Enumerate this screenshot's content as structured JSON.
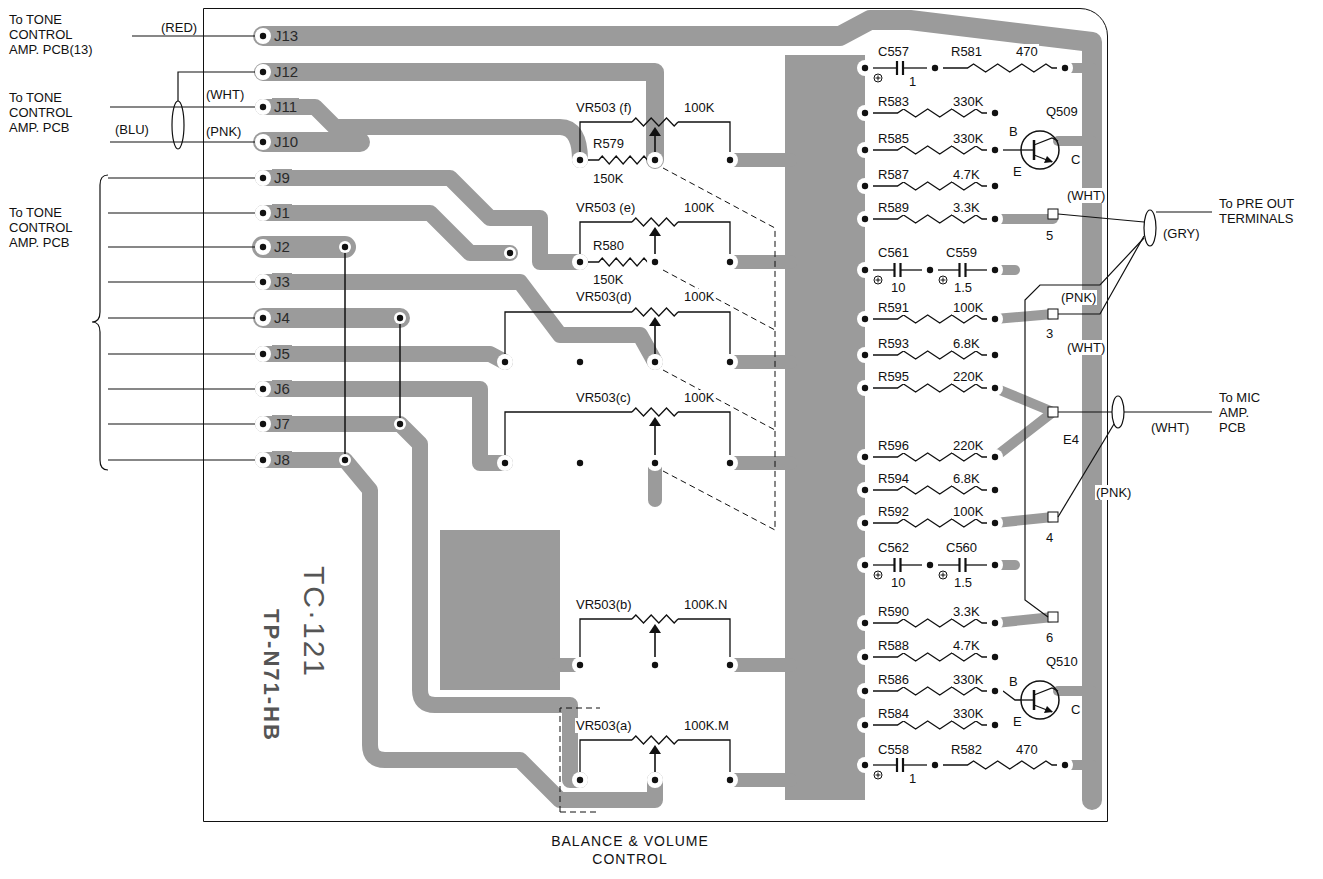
{
  "diagram": {
    "caption": "BALANCE & VOLUME CONTROL",
    "nodes": [
      {
        "text": [
          "TC·121",
          "TP-N71-HB"
        ]
      }
    ],
    "labels": [
      "To TONE CONTROL AMP. PCB(13)",
      "(RED)",
      "J13",
      "J12",
      "To TONE CONTROL AMP. PCB",
      "(WHT)",
      "J11",
      "(BLU)",
      "(PNK)",
      "J10",
      "J9",
      "To TONE CONTROL AMP. PCB",
      "J1",
      "J2",
      "J3",
      "J4",
      "J5",
      "J6",
      "J7",
      "J8",
      "VR503 (f)",
      "100K",
      "R579",
      "150K",
      "VR503 (e)",
      "100K",
      "R580",
      "150K",
      "VR503(d)",
      "100K",
      "VR503(c)",
      "100K",
      "VR503(b)",
      "100K.N",
      "VR503(a)",
      "100K.M",
      "C557",
      "1",
      "R581",
      "470",
      "R583",
      "330K",
      "B",
      "Q509",
      "C",
      "R585",
      "330K",
      "R587",
      "4.7K",
      "E",
      "R589",
      "3.3K",
      "5",
      "(WHT)",
      "To PRE OUT TERMINALS",
      "(PNK)",
      "(GRY)",
      "C561",
      "10",
      "C559",
      "1.5",
      "3",
      "R591",
      "100K",
      "(WHT)",
      "R593",
      "6.8K",
      "R595",
      "220K",
      "To MIC AMP. PCB",
      "(WHT)",
      "E4",
      "(PNK)",
      "R596",
      "220K",
      "R594",
      "6.8K",
      "R592",
      "100K",
      "4",
      "C562",
      "10",
      "C560",
      "1.5",
      "R590",
      "3.3K",
      "6",
      "R588",
      "4.7K",
      "B",
      "Q510",
      "R586",
      "330K",
      "C",
      "R584",
      "330K",
      "E",
      "C558",
      "1",
      "R582",
      "470"
    ]
  }
}
